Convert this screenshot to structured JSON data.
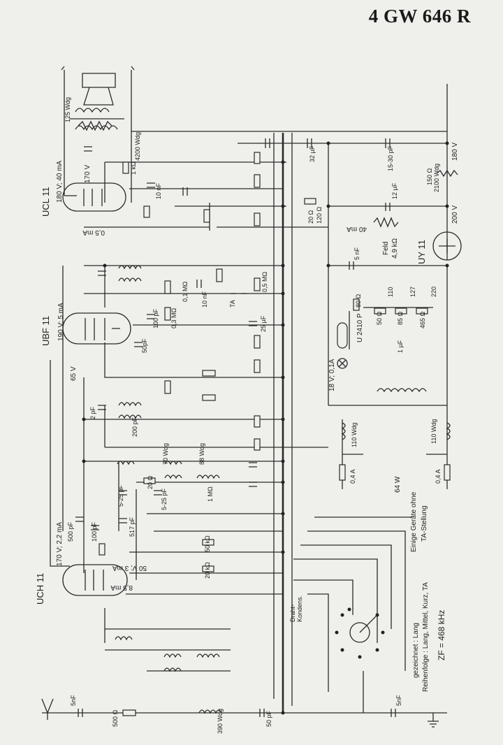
{
  "title": "4 GW 646 R",
  "tubes": {
    "ucl11": "UCL 11",
    "ubf11": "UBF 11",
    "uch11": "UCH 11",
    "uy11": "UY 11",
    "u2410p": "U 2410 P"
  },
  "voltages": {
    "v180": "180 V; 40 mA",
    "v170": "170 V",
    "v190": "190 V; 5 mA",
    "v65": "65 V",
    "v170b": "170 V; 2,2 mA",
    "v200": "200 V",
    "v180b": "180 V",
    "v50": "50 V; 3 mA",
    "ma85": "8,5 mA",
    "ma05": "0,5 mA",
    "ma40": "40 mA",
    "v18": "18 V; 0,1A"
  },
  "notes": {
    "feld": "Feld",
    "feld_ohm": "4,9 kΩ",
    "power": "64 W",
    "note1": "Einige Geräte ohne",
    "note2": "TA-Stellung",
    "switch1": "gezeichnet : Lang",
    "switch2": "Reihenfolge : Lang, Mittel, Kurz, TA",
    "zf": "ZF = 468 kHz",
    "draht1": "Draht-",
    "draht2": "Kondens.",
    "fuse1": "0,4 A",
    "fuse2": "0,4 A",
    "wdg125": "125 Wdg",
    "wdg4200": "4200 Wdg",
    "wdg110a": "110 Wdg",
    "wdg110b": "110 Wdg",
    "r150": "150 Ω",
    "r150b": "2100 Wdg"
  },
  "components": {
    "c5nf_in": "5nF",
    "r500": "500 Ω",
    "l390": "390 Wdg",
    "c50pf": "50 pF",
    "c5nf_out": "5nF",
    "c500pf": "500 pF",
    "c100pf": "100 pF",
    "r50k": "50 kΩ",
    "r20k": "20 kΩ",
    "c5_25a": "5-25 pF",
    "c5_25b": "5-25 pF",
    "c517": "517 pF",
    "r20": "20 Ω",
    "l70": "70 Wdg",
    "l88": "88 Wdg",
    "r1m": "1 MΩ",
    "c200": "200 pF",
    "c2pf": "2 pF",
    "c50pfb": "50pF",
    "c100pfb": "100 pF",
    "r03m": "0,3 MΩ",
    "c10nf": "10 nF",
    "r01m": "0,1 MΩ",
    "r05m": "0,5 MΩ",
    "r1k": "1 kΩ",
    "c10nfb": "10 nF",
    "c25": "25 µF",
    "c32": "32 µF",
    "c15_30": "15-30 pF",
    "c12": "12 µF",
    "r20_120": "20 Ω",
    "r120": "120 Ω",
    "r80": "80 Ω",
    "r50": "50 Ω",
    "r85": "85 Ω",
    "r465": "465 Ω",
    "r110": "110",
    "r127": "127",
    "r220": "220",
    "c5nfb": "5 nF",
    "c1uf": "1 µF",
    "ta": "TA"
  }
}
